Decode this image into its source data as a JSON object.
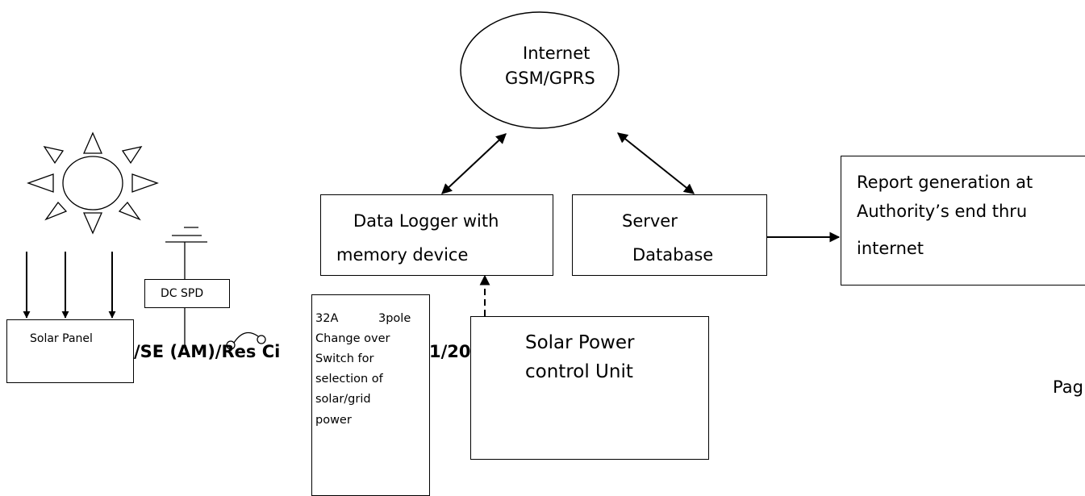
{
  "cloud": {
    "line1": "Internet",
    "line2": "GSM/GPRS"
  },
  "data_logger": {
    "line1": "Data Logger with",
    "line2": "memory device"
  },
  "server": {
    "line1": "Server",
    "line2": "Database"
  },
  "report": {
    "line1": "Report generation at",
    "line2": "Authority’s end thru",
    "line3": "internet"
  },
  "solar_panel": {
    "label": "Solar Panel"
  },
  "dc_spd": {
    "label": "DC SPD"
  },
  "switch_box": {
    "line1a": "32A",
    "line1b": "3pole",
    "line2": "Change over",
    "line3": "Switch for",
    "line4": "selection of",
    "line5": "solar/grid",
    "line6": "power"
  },
  "control_unit": {
    "line1": "Solar Power",
    "line2": "control Unit"
  },
  "footer": {
    "ref_left": "/SE (AM)/Res Ci",
    "ref_right": "1/20",
    "page": "Pag"
  }
}
